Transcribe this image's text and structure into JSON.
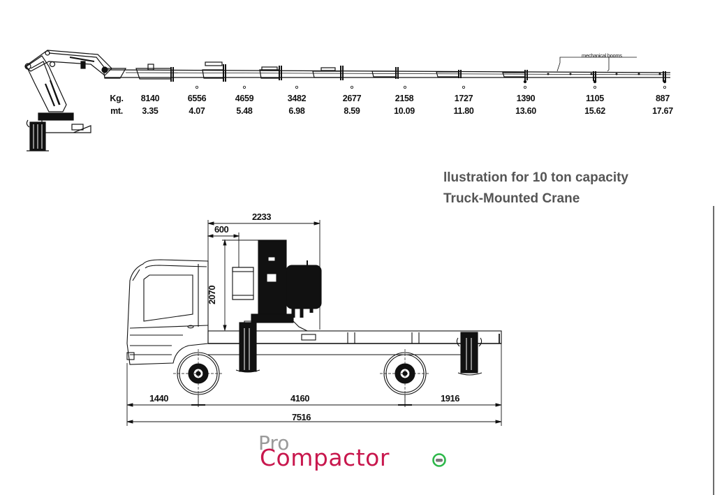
{
  "title": {
    "line1": "llustration for 10 ton capacity",
    "line2": "Truck-Mounted Crane"
  },
  "crane_diagram": {
    "annotation": "mechanical booms",
    "row_labels": {
      "weight": "Kg.",
      "reach": "mt."
    },
    "load_chart": [
      {
        "kg": "8140",
        "mt": "3.35"
      },
      {
        "kg": "6556",
        "mt": "4.07"
      },
      {
        "kg": "4659",
        "mt": "5.48"
      },
      {
        "kg": "3482",
        "mt": "6.98"
      },
      {
        "kg": "2677",
        "mt": "8.59"
      },
      {
        "kg": "2158",
        "mt": "10.09"
      },
      {
        "kg": "1727",
        "mt": "11.80"
      },
      {
        "kg": "1390",
        "mt": "13.60"
      },
      {
        "kg": "1105",
        "mt": "15.62"
      },
      {
        "kg": "887",
        "mt": "17.67"
      }
    ]
  },
  "truck_diagram": {
    "dimensions": {
      "crane_width": "2233",
      "crane_offset": "600",
      "crane_height": "2070",
      "front_overhang": "1440",
      "wheelbase": "4160",
      "rear_overhang": "1916",
      "total_length": "7516"
    }
  },
  "logo": {
    "pro": "Pro",
    "compactor": "Compactor",
    "colors": {
      "pro": "#9a9a9a",
      "compactor": "#c8174d",
      "badge": "#2db84a"
    }
  },
  "chart_data": {
    "type": "table",
    "title": "Load chart — 10 ton capacity truck-mounted crane",
    "columns": [
      "Kg.",
      "mt."
    ],
    "rows": [
      [
        8140,
        3.35
      ],
      [
        6556,
        4.07
      ],
      [
        4659,
        5.48
      ],
      [
        3482,
        6.98
      ],
      [
        2677,
        8.59
      ],
      [
        2158,
        10.09
      ],
      [
        1727,
        11.8
      ],
      [
        1390,
        13.6
      ],
      [
        1105,
        15.62
      ],
      [
        887,
        17.67
      ]
    ]
  }
}
